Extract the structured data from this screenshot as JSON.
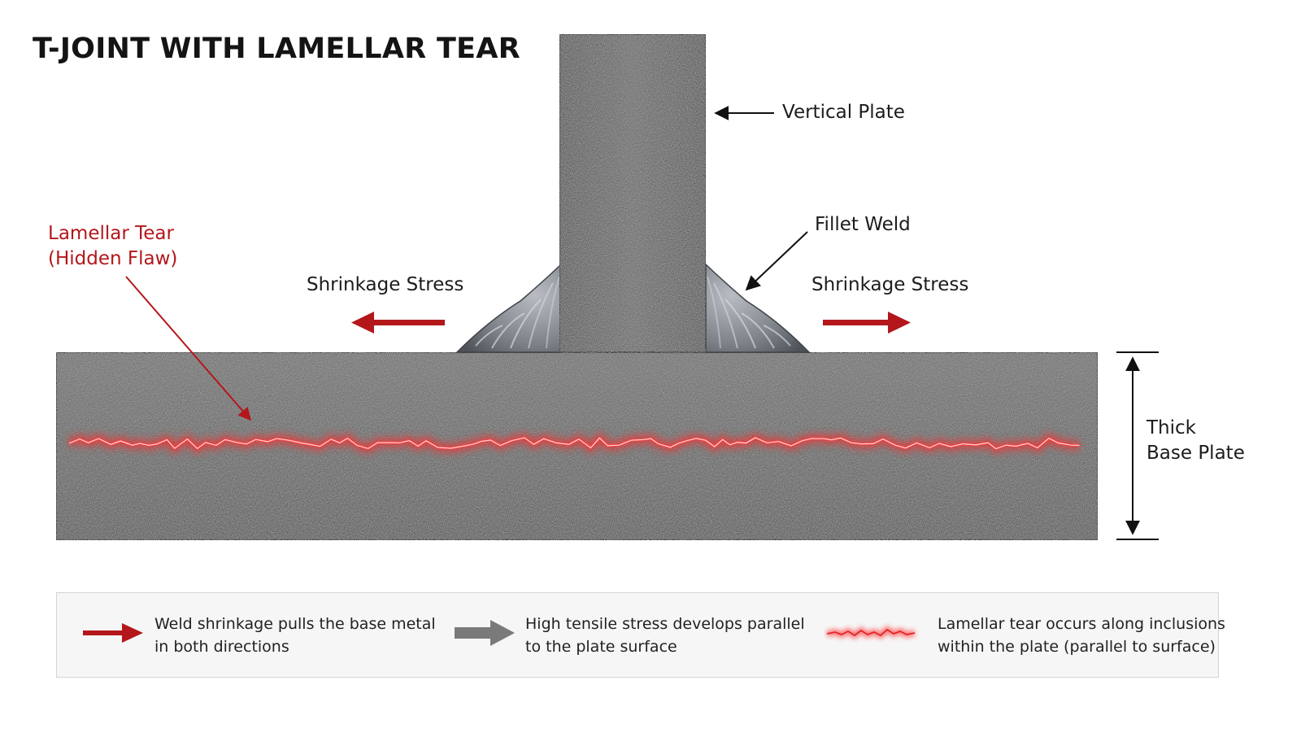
{
  "title": "T-JOINT WITH LAMELLAR TEAR",
  "labels": {
    "vertical_plate": "Vertical Plate",
    "fillet_weld": "Fillet Weld",
    "shrinkage_left": "Shrinkage Stress",
    "shrinkage_right": "Shrinkage Stress",
    "tear_line1": "Lamellar Tear",
    "tear_line2": "(Hidden Flaw)",
    "base_line1": "Thick",
    "base_line2": "Base Plate"
  },
  "legend": {
    "items": [
      {
        "icon": "red-arrow-icon",
        "line1": "Weld shrinkage pulls the base metal",
        "line2": "in both directions"
      },
      {
        "icon": "gray-arrow-icon",
        "line1": "High tensile stress develops parallel",
        "line2": "to the plate surface"
      },
      {
        "icon": "crack-line-icon",
        "line1": "Lamellar tear occurs along inclusions",
        "line2": "within the plate (parallel to surface)"
      }
    ]
  },
  "colors": {
    "stress_arrow": "#b3171b",
    "tear_label": "#b3171b",
    "steel": "#6d6d6d",
    "weld": "#8c9096",
    "crack_glow": "#ff2b2b",
    "gray_arrow": "#7a7a7a"
  }
}
